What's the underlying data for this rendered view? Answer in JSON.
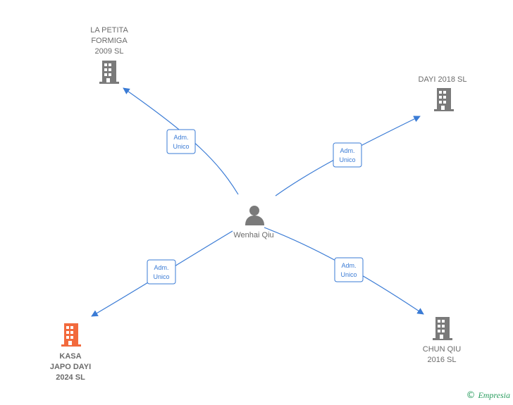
{
  "center": {
    "name": "Wenhai Qiu"
  },
  "companies": [
    {
      "id": "la-petita",
      "lines": [
        "LA PETITA",
        "FORMIGA",
        "2009 SL"
      ],
      "highlight": false
    },
    {
      "id": "dayi-2018",
      "lines": [
        "DAYI 2018  SL"
      ],
      "highlight": false
    },
    {
      "id": "kasa-japo",
      "lines": [
        "KASA",
        "JAPO DAYI",
        "2024  SL"
      ],
      "highlight": true
    },
    {
      "id": "chun-qiu",
      "lines": [
        "CHUN QIU",
        "2016  SL"
      ],
      "highlight": false
    }
  ],
  "relations": [
    {
      "lines": [
        "Adm.",
        "Unico"
      ]
    },
    {
      "lines": [
        "Adm.",
        "Unico"
      ]
    },
    {
      "lines": [
        "Adm.",
        "Unico"
      ]
    },
    {
      "lines": [
        "Adm.",
        "Unico"
      ]
    }
  ],
  "colors": {
    "edge": "#3a7bd5",
    "building": "#7a7a7a",
    "building_highlight": "#f26a3d",
    "person": "#7a7a7a",
    "label": "#6b6b6b"
  },
  "brand": {
    "copyright_symbol": "©",
    "name": "Empresia"
  }
}
